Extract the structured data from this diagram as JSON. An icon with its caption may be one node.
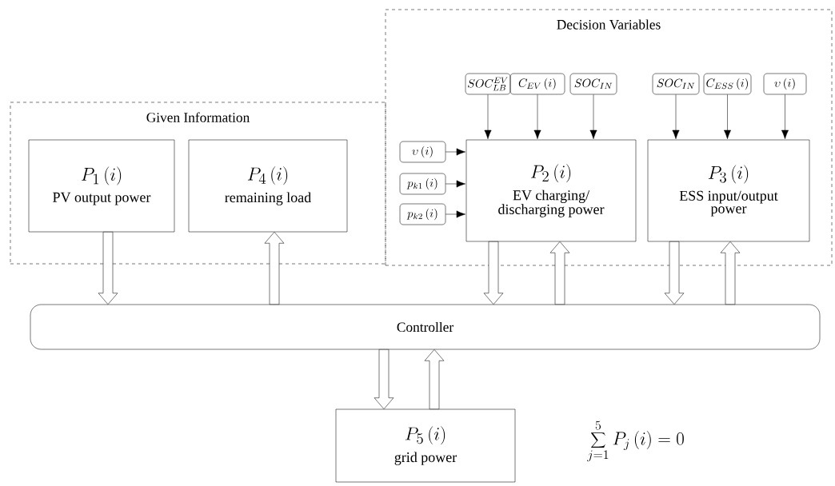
{
  "diagram": {
    "nodes": [
      {
        "text": [
          "Given Information"
        ]
      },
      {
        "text": [
          "P_{1}\\left(i\\right)",
          "PV output power"
        ],
        "in": 0
      },
      {
        "text": [
          "P_{4}\\left(i\\right)",
          "remaining load"
        ],
        "in": 0
      },
      {
        "text": [
          "Decision Variables"
        ]
      },
      {
        "text": [
          "SOC_{LB}^{EV}"
        ],
        "in": 3
      },
      {
        "text": [
          "C_{EV}\\left(i\\right)"
        ],
        "in": 3
      },
      {
        "text": [
          "SOC_{IN}"
        ],
        "in": 3
      },
      {
        "text": [
          "SOC_{IN}"
        ],
        "in": 3
      },
      {
        "text": [
          "C_{ESS}\\left(i\\right)"
        ],
        "in": 3
      },
      {
        "text": [
          "\\upsilon\\left(i\\right)"
        ],
        "in": 3
      },
      {
        "text": [
          "\\upsilon\\left(i\\right)"
        ],
        "in": 3
      },
      {
        "text": [
          "p_{k1}\\left(i\\right)"
        ],
        "in": 3
      },
      {
        "text": [
          "p_{k2}\\left(i\\right)"
        ],
        "in": 3
      },
      {
        "text": [
          "P_{2}\\left(i\\right)",
          "EV charging/ discharging power"
        ],
        "in": 3
      },
      {
        "text": [
          "P_{3}\\left(i\\right)",
          "ESS input/output power"
        ],
        "in": 3
      },
      {
        "text": [
          "Controller"
        ]
      },
      {
        "text": [
          "P_{5}\\left(i\\right)",
          "grid power"
        ]
      }
    ],
    "edges": [
      {
        "from": 4,
        "to": 13,
        "arrow": "to"
      },
      {
        "from": 5,
        "to": 13,
        "arrow": "to"
      },
      {
        "from": 6,
        "to": 13,
        "arrow": "to"
      },
      {
        "from": 7,
        "to": 14,
        "arrow": "to"
      },
      {
        "from": 8,
        "to": 14,
        "arrow": "to"
      },
      {
        "from": 9,
        "to": 14,
        "arrow": "to"
      },
      {
        "from": 10,
        "to": 13,
        "arrow": "to"
      },
      {
        "from": 11,
        "to": 13,
        "arrow": "to"
      },
      {
        "from": 12,
        "to": 13,
        "arrow": "to"
      },
      {
        "from": 1,
        "to": 15,
        "arrow": "to",
        "style": "thick"
      },
      {
        "from": 15,
        "to": 2,
        "arrow": "to",
        "style": "thick"
      },
      {
        "from": 13,
        "to": 15,
        "arrow": "to",
        "style": "thick"
      },
      {
        "from": 15,
        "to": 13,
        "arrow": "to",
        "style": "thick"
      },
      {
        "from": 14,
        "to": 15,
        "arrow": "to",
        "style": "thick"
      },
      {
        "from": 15,
        "to": 14,
        "arrow": "to",
        "style": "thick"
      },
      {
        "from": 15,
        "to": 16,
        "arrow": "to",
        "style": "thick"
      },
      {
        "from": 16,
        "to": 15,
        "arrow": "to",
        "style": "thick"
      }
    ],
    "labels": [
      "\\sum_{j=1}^{5}P_{j}\\left(i\\right)=0"
    ]
  }
}
